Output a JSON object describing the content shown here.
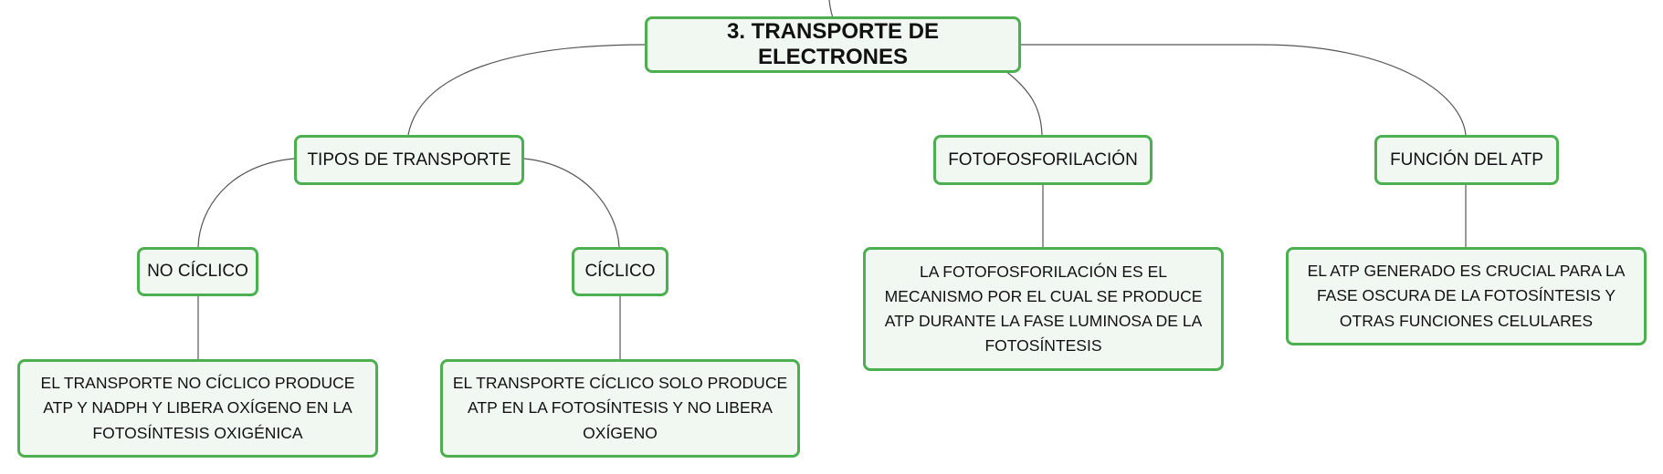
{
  "colors": {
    "node_border": "#4caf50",
    "node_fill": "#f1f8f2",
    "connector": "#555555"
  },
  "diagram": {
    "root": "3. TRANSPORTE DE ELECTRONES",
    "branches": {
      "tipos": {
        "label": "TIPOS DE TRANSPORTE",
        "no_ciclico": {
          "label": "NO CÍCLICO",
          "detail": "EL TRANSPORTE NO CÍCLICO PRODUCE ATP Y NADPH Y LIBERA OXÍGENO EN LA FOTOSÍNTESIS OXIGÉNICA"
        },
        "ciclico": {
          "label": "CÍCLICO",
          "detail": "EL TRANSPORTE CÍCLICO SOLO PRODUCE ATP EN LA FOTOSÍNTESIS Y NO LIBERA OXÍGENO"
        }
      },
      "fotofosforilacion": {
        "label": "FOTOFOSFORILACIÓN",
        "detail": "LA FOTOFOSFORILACIÓN ES EL MECANISMO POR EL CUAL SE PRODUCE ATP DURANTE LA FASE LUMINOSA DE LA FOTOSÍNTESIS"
      },
      "funcion_atp": {
        "label": "FUNCIÓN DEL ATP",
        "detail": "EL ATP GENERADO ES CRUCIAL PARA LA FASE OSCURA DE LA FOTOSÍNTESIS Y OTRAS FUNCIONES CELULARES"
      }
    }
  }
}
